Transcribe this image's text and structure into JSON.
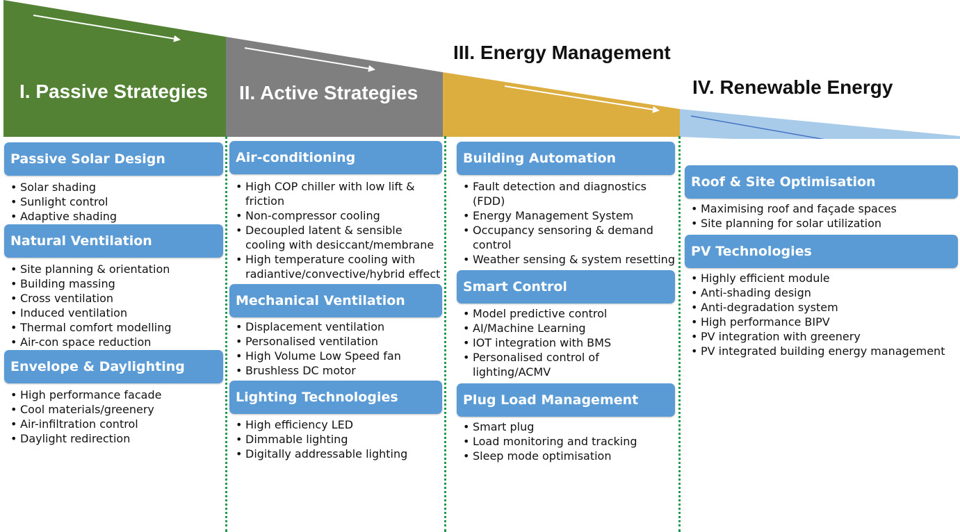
{
  "stages": [
    {
      "title": "I. Passive Strategies",
      "color": "#548235"
    },
    {
      "title": "II. Active Strategies",
      "color": "#7f7f7f"
    },
    {
      "title": "III. Energy Management",
      "color": "#dcad3f"
    },
    {
      "title": "IV. Renewable Energy",
      "color": "#a9cbea"
    }
  ],
  "sections": {
    "passive_solar": {
      "title": "Passive Solar Design",
      "items": [
        "Solar shading",
        "Sunlight control",
        "Adaptive shading"
      ]
    },
    "natural_ventilation": {
      "title": "Natural Ventilation",
      "items": [
        "Site planning & orientation",
        "Building massing",
        "Cross ventilation",
        "Induced ventilation",
        "Thermal comfort modelling",
        "Air-con space reduction"
      ]
    },
    "envelope_daylighting": {
      "title": "Envelope & Daylighting",
      "items": [
        "High performance facade",
        "Cool materials/greenery",
        "Air-infiltration control",
        "Daylight redirection"
      ]
    },
    "air_conditioning": {
      "title": "Air-conditioning",
      "items": [
        "High COP chiller with low lift & friction",
        "Non-compressor cooling",
        "Decoupled latent & sensible cooling with desiccant/membrane",
        "High temperature cooling with radiantive/convective/hybrid effect"
      ]
    },
    "mechanical_ventilation": {
      "title": "Mechanical Ventilation",
      "items": [
        "Displacement ventilation",
        "Personalised ventilation",
        "High Volume Low Speed fan",
        "Brushless DC motor"
      ]
    },
    "lighting_technologies": {
      "title": "Lighting Technologies",
      "items": [
        "High efficiency LED",
        "Dimmable lighting",
        "Digitally addressable lighting"
      ]
    },
    "building_automation": {
      "title": "Building Automation",
      "items": [
        "Fault detection and diagnostics (FDD)",
        "Energy Management System",
        "Occupancy sensoring & demand control",
        "Weather sensing & system resetting"
      ]
    },
    "smart_control": {
      "title": "Smart Control",
      "items": [
        "Model predictive control",
        "AI/Machine Learning",
        "IOT integration with BMS",
        "Personalised control of lighting/ACMV"
      ]
    },
    "plug_load": {
      "title": "Plug Load Management",
      "items": [
        "Smart plug",
        "Load monitoring and tracking",
        "Sleep mode optimisation"
      ]
    },
    "roof_site": {
      "title": "Roof & Site Optimisation",
      "items": [
        "Maximising roof and façade spaces",
        "Site planning for solar utilization"
      ]
    },
    "pv_technologies": {
      "title": "PV Technologies",
      "items": [
        "Highly efficient module",
        "Anti-shading design",
        "Anti-degradation system",
        "High performance BIPV",
        "PV integration with greenery",
        "PV integrated building energy management"
      ]
    }
  }
}
